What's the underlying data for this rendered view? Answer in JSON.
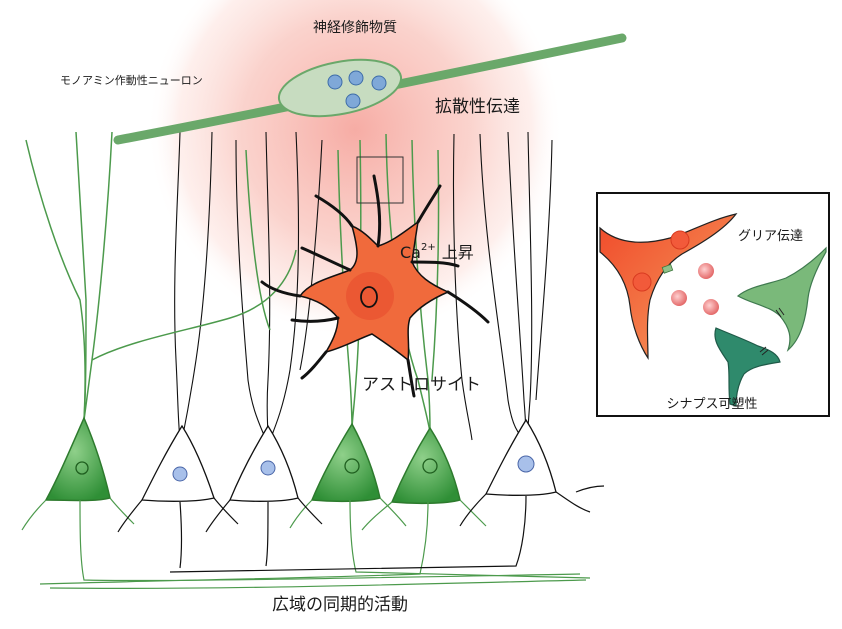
{
  "labels": {
    "neuromodulator": "神経修飾物質",
    "monoamine_neuron": "モノアミン作動性ニューロン",
    "volume_transmission": "拡散性伝達",
    "calcium_rise_ion": "Ca",
    "calcium_rise_charge": "2+",
    "calcium_rise_text": "上昇",
    "astrocyte": "アストロサイト",
    "glial_transmission": "グリア伝達",
    "synaptic_plasticity": "シナプス可塑性",
    "widespread_activity": "広域の同期的活動"
  },
  "colors": {
    "diffusion_glow": "#f6a8a0",
    "monoamine_axon": "#6aa86a",
    "neuron_green": "#3f9a3f",
    "astrocyte_orange": "#f06a3c",
    "vesicle_pink": "#e87878",
    "postsynaptic_teal": "#2f8a6c",
    "presynaptic_green": "#7ab97a",
    "outline": "#111111"
  }
}
